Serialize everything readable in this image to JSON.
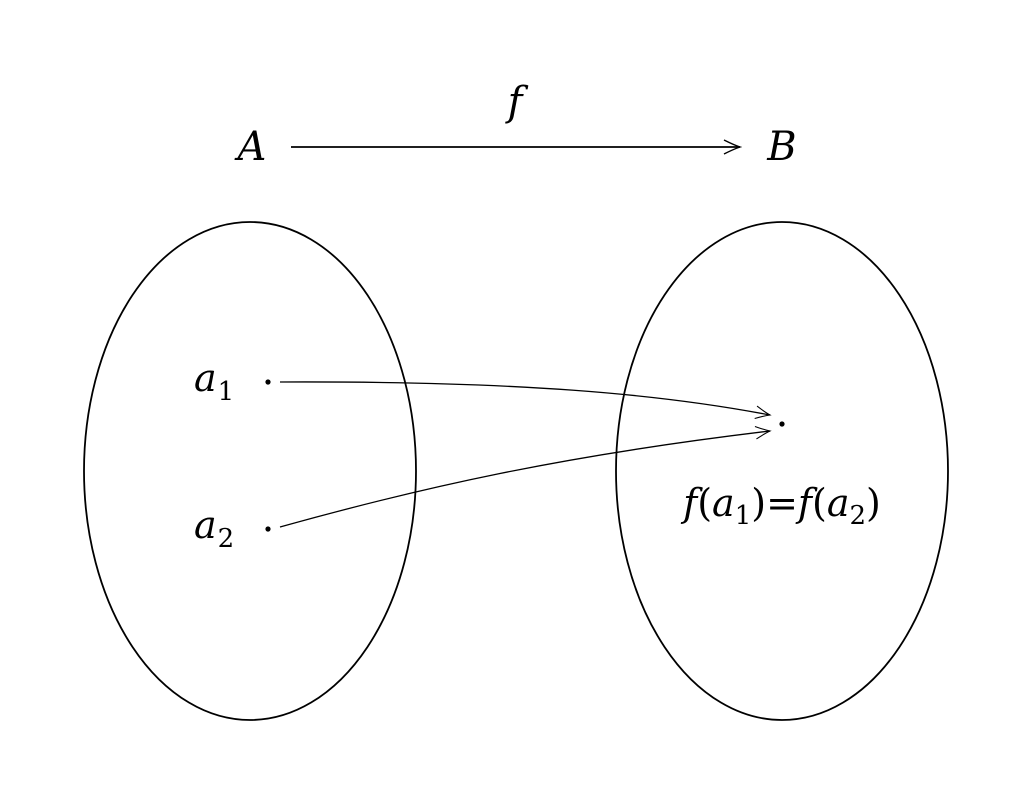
{
  "labels": {
    "domain_set": "A",
    "codomain_set": "B",
    "function": "f",
    "element_1_base": "a",
    "element_1_sub": "1",
    "element_2_base": "a",
    "element_2_sub": "2",
    "image_equation": {
      "f1": "f",
      "open1": "(",
      "a1": "a",
      "sub1": "1",
      "close1": ")",
      "equals": "=",
      "f2": "f",
      "open2": "(",
      "a2": "a",
      "sub2": "2",
      "close2": ")"
    }
  },
  "colors": {
    "ink": "#000000",
    "background": "#ffffff"
  }
}
